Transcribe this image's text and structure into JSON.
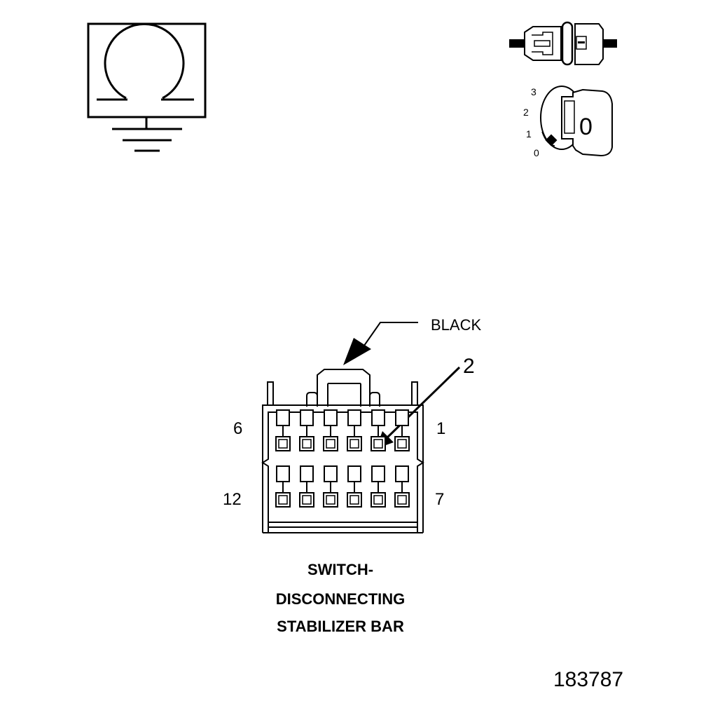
{
  "callouts": {
    "color_label": "BLACK",
    "pin_callout": "2"
  },
  "pin_numbers": {
    "top_left": "6",
    "top_right": "1",
    "bottom_left": "12",
    "bottom_right": "7"
  },
  "ignition_key": {
    "positions": [
      "3",
      "2",
      "1",
      "0"
    ],
    "face_label": "0"
  },
  "component_title": [
    "SWITCH-",
    "DISCONNECTING",
    "STABILIZER BAR"
  ],
  "figure_id": "183787",
  "icons": {
    "ohmmeter": "ohmmeter-ground-icon",
    "connector": "disconnected-connector-icon",
    "ignition": "ignition-key-off-icon"
  }
}
